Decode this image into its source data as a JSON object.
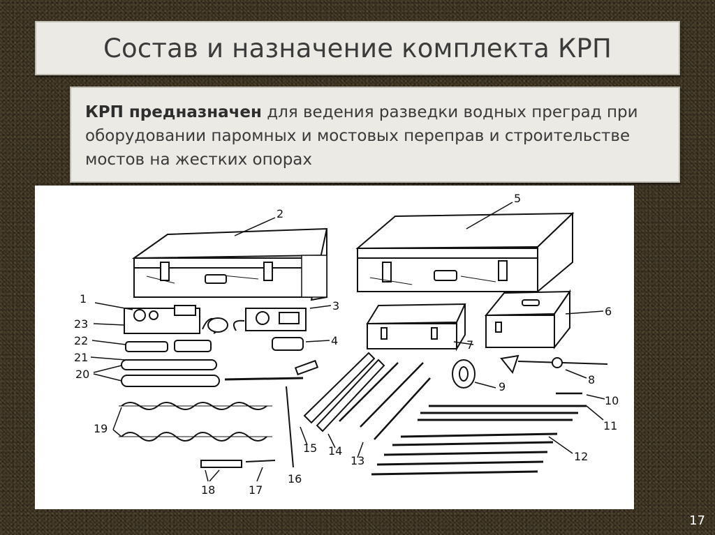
{
  "slide": {
    "title": "Состав и назначение комплекта КРП",
    "description": {
      "bold": "КРП предназначен",
      "text": " для ведения разведки водных преград при оборудовании паромных и мостовых переправ и строительстве мостов на жестких опорах"
    },
    "page_number": "17"
  },
  "figure": {
    "labels": [
      "1",
      "2",
      "3",
      "4",
      "5",
      "6",
      "7",
      "8",
      "9",
      "10",
      "11",
      "12",
      "13",
      "14",
      "15",
      "16",
      "17",
      "18",
      "19",
      "20",
      "21",
      "22",
      "23"
    ]
  }
}
